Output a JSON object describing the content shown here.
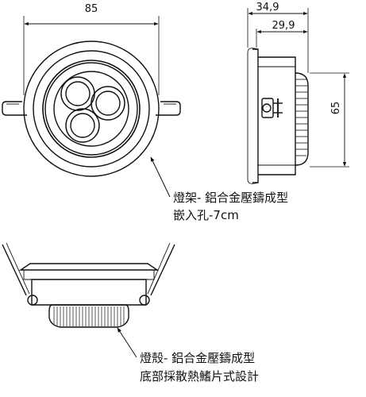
{
  "dimensions": {
    "top_width": "85",
    "side_total_depth": "34,9",
    "side_body_depth": "29,9",
    "side_height": "65"
  },
  "notes": {
    "top_line1": "燈架- 鋁合金壓鑄成型",
    "top_line2": "嵌入孔-7cm",
    "bottom_line1": "燈殼- 鋁合金壓鑄成型",
    "bottom_line2": "底部採散熱鰭片式設計"
  }
}
